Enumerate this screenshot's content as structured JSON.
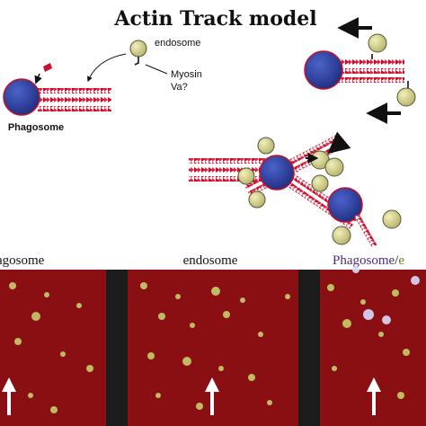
{
  "diagram": {
    "title": "Actin Track model",
    "labels": {
      "endosome": "endosome",
      "myosin_line1": "Myosin",
      "myosin_line2": "Va?",
      "phagosome": "Phagosome"
    }
  },
  "micrographs": {
    "panels": [
      {
        "label": "agosome"
      },
      {
        "label": "endosome"
      },
      {
        "label_part1": "Phagosome",
        "label_slash": "/",
        "label_part2": "e"
      }
    ],
    "colors": {
      "background": "#8a0f12",
      "separator": "#1c1c1c",
      "endosome": "#c9d870",
      "phagosome": "#d9d9ff"
    }
  },
  "colors": {
    "phagosome_fill": "#2a3c9a",
    "phagosome_outline": "#c0102a",
    "actin": "#c8102e",
    "endosome_fill": "#d6d48c",
    "endosome_outline": "#555533",
    "arrow": "#111111"
  }
}
